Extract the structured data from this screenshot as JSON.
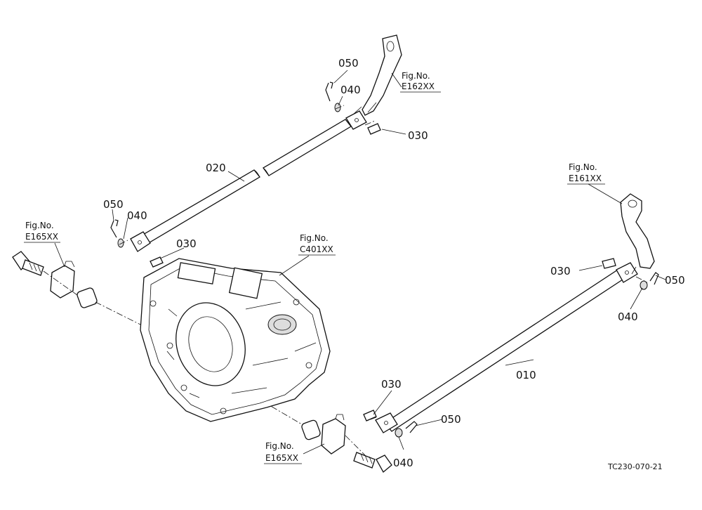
{
  "callouts": {
    "rod_upper": "020",
    "rod_lower": "010",
    "pin": "030",
    "washer": "040",
    "cotter": "050"
  },
  "refs": {
    "fig_no": "Fig.No.",
    "e162": "E162XX",
    "e161": "E161XX",
    "e165": "E165XX",
    "c401": "C401XX"
  },
  "drawing_code": "TC230-070-21"
}
